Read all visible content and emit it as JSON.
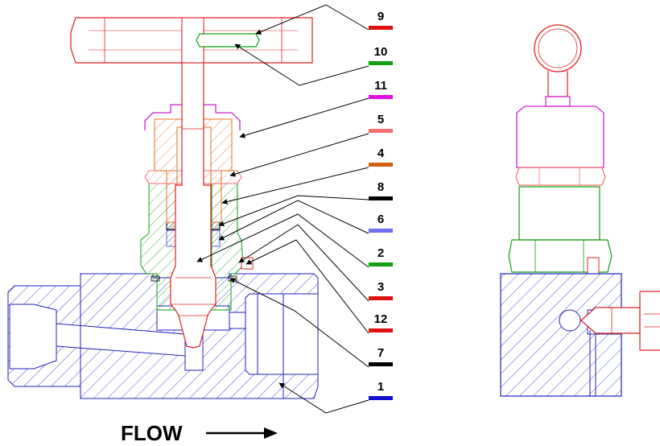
{
  "flow_label": "FLOW",
  "callouts": [
    {
      "number": "9",
      "color": "#e01010"
    },
    {
      "number": "10",
      "color": "#10a010"
    },
    {
      "number": "11",
      "color": "#e010e0"
    },
    {
      "number": "5",
      "color": "#f07070"
    },
    {
      "number": "4",
      "color": "#d06010"
    },
    {
      "number": "8",
      "color": "#000000"
    },
    {
      "number": "6",
      "color": "#7070f0"
    },
    {
      "number": "2",
      "color": "#10a010"
    },
    {
      "number": "3",
      "color": "#e01010"
    },
    {
      "number": "12",
      "color": "#e01010"
    },
    {
      "number": "7",
      "color": "#000000"
    },
    {
      "number": "1",
      "color": "#1010d0"
    }
  ],
  "part_colors": {
    "body": "#2020c0",
    "handle": "#e02020",
    "bonnet": "#10a010",
    "cap": "#d020d0",
    "packing_nut": "#e07020",
    "packing": "#7070f0",
    "gland": "#f07070"
  }
}
